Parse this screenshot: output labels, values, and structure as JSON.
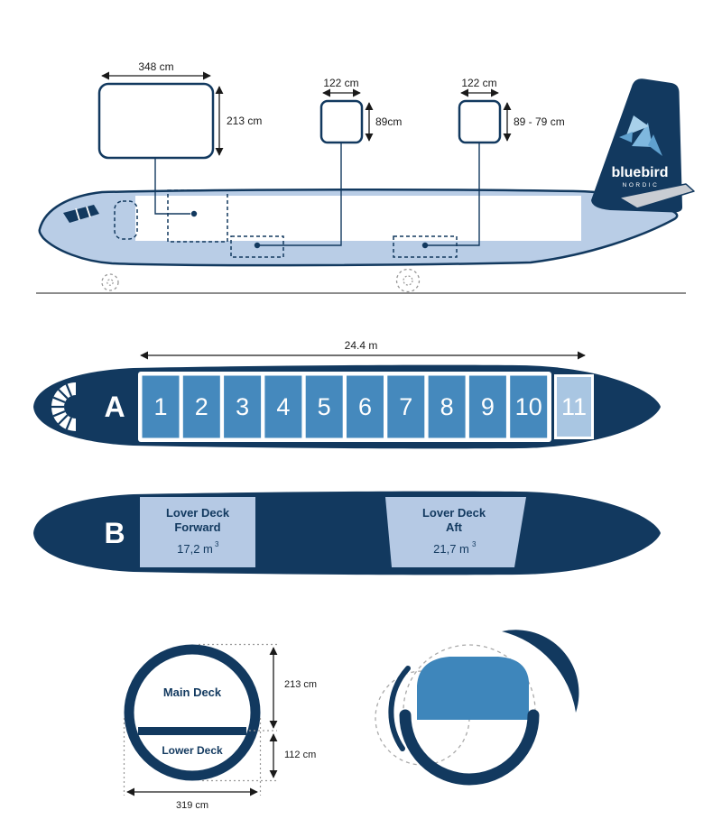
{
  "brand": {
    "name": "bluebird",
    "sub": "NORDIC"
  },
  "side_view": {
    "main_door": {
      "width": "348 cm",
      "height": "213 cm"
    },
    "forward_lower_door": {
      "width": "122 cm",
      "height": "89cm"
    },
    "aft_lower_door": {
      "width": "122 cm",
      "height": "89 - 79 cm"
    }
  },
  "main_deck": {
    "label": "A",
    "length": "24.4 m",
    "positions": [
      "1",
      "2",
      "3",
      "4",
      "5",
      "6",
      "7",
      "8",
      "9",
      "10",
      "11"
    ]
  },
  "lower_deck": {
    "label": "B",
    "forward": {
      "line1": "Lover Deck",
      "line2": "Forward",
      "volume": "17,2 m",
      "volume_sup": "3"
    },
    "aft": {
      "line1": "Lover Deck",
      "line2": "Aft",
      "volume": "21,7 m",
      "volume_sup": "3"
    }
  },
  "cross_section": {
    "main_deck_label": "Main Deck",
    "lower_deck_label": "Lower Deck",
    "main_deck_height": "213 cm",
    "lower_deck_height": "112 cm",
    "width": "319 cm"
  },
  "colors": {
    "navy": "#12395F",
    "fuselage_blue": "#B9CDE6",
    "cell_blue": "#4589BD",
    "cell11_blue": "#A9C6E2",
    "deck_box_blue": "#B5C9E4",
    "pallet_blue": "#3E86BB"
  }
}
